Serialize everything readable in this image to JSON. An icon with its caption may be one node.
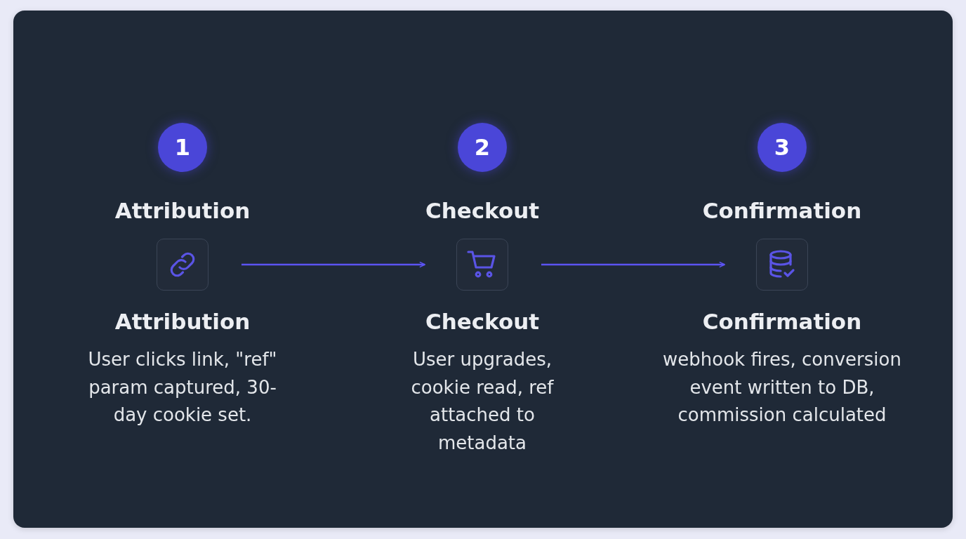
{
  "diagram": {
    "nodes": [
      {
        "text": [
          "1"
        ]
      },
      {
        "text": [
          "2"
        ]
      },
      {
        "text": [
          "3"
        ]
      },
      {
        "text": [],
        "shape": "box",
        "beside": [
          "Attribution",
          "Attribution",
          "User clicks link, \"ref\" param captured, 30-day cookie set."
        ]
      },
      {
        "text": [],
        "shape": "box",
        "beside": [
          "Checkout",
          "Checkout",
          "User upgrades, cookie read, ref attached to metadata"
        ]
      },
      {
        "text": [],
        "shape": "box",
        "beside": [
          "Confirmation",
          "Confirmation",
          "webhook fires, conversion event written to DB, commission calculated"
        ]
      }
    ],
    "edges": [
      {
        "from": 3,
        "to": 4,
        "arrow": "to"
      },
      {
        "from": 4,
        "to": 5,
        "arrow": "to"
      }
    ]
  }
}
